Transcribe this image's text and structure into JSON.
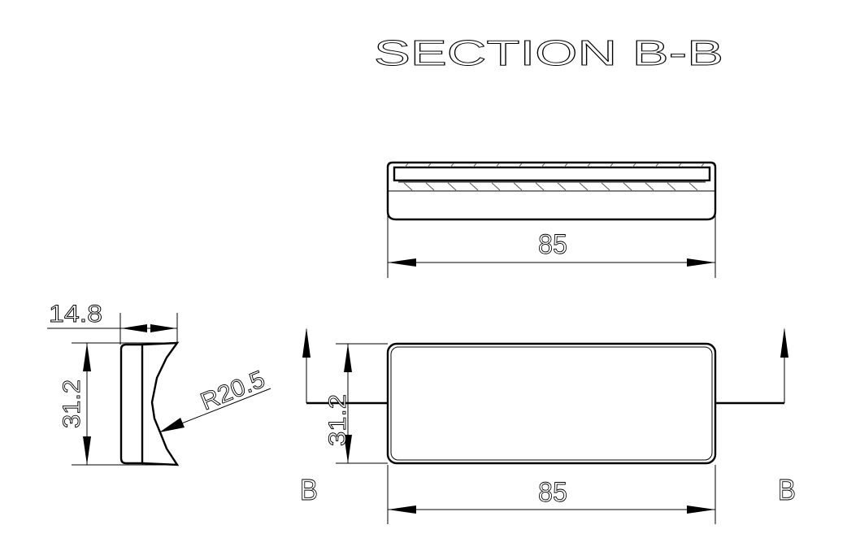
{
  "title": "SECTION B-B",
  "section_view": {
    "length_label": "85"
  },
  "side_view": {
    "width_label": "14.8",
    "height_label": "31.2",
    "radius_label": "R20.5"
  },
  "plan_view": {
    "height_label": "31.2",
    "length_label": "85",
    "section_mark_left": "B",
    "section_mark_right": "B"
  }
}
